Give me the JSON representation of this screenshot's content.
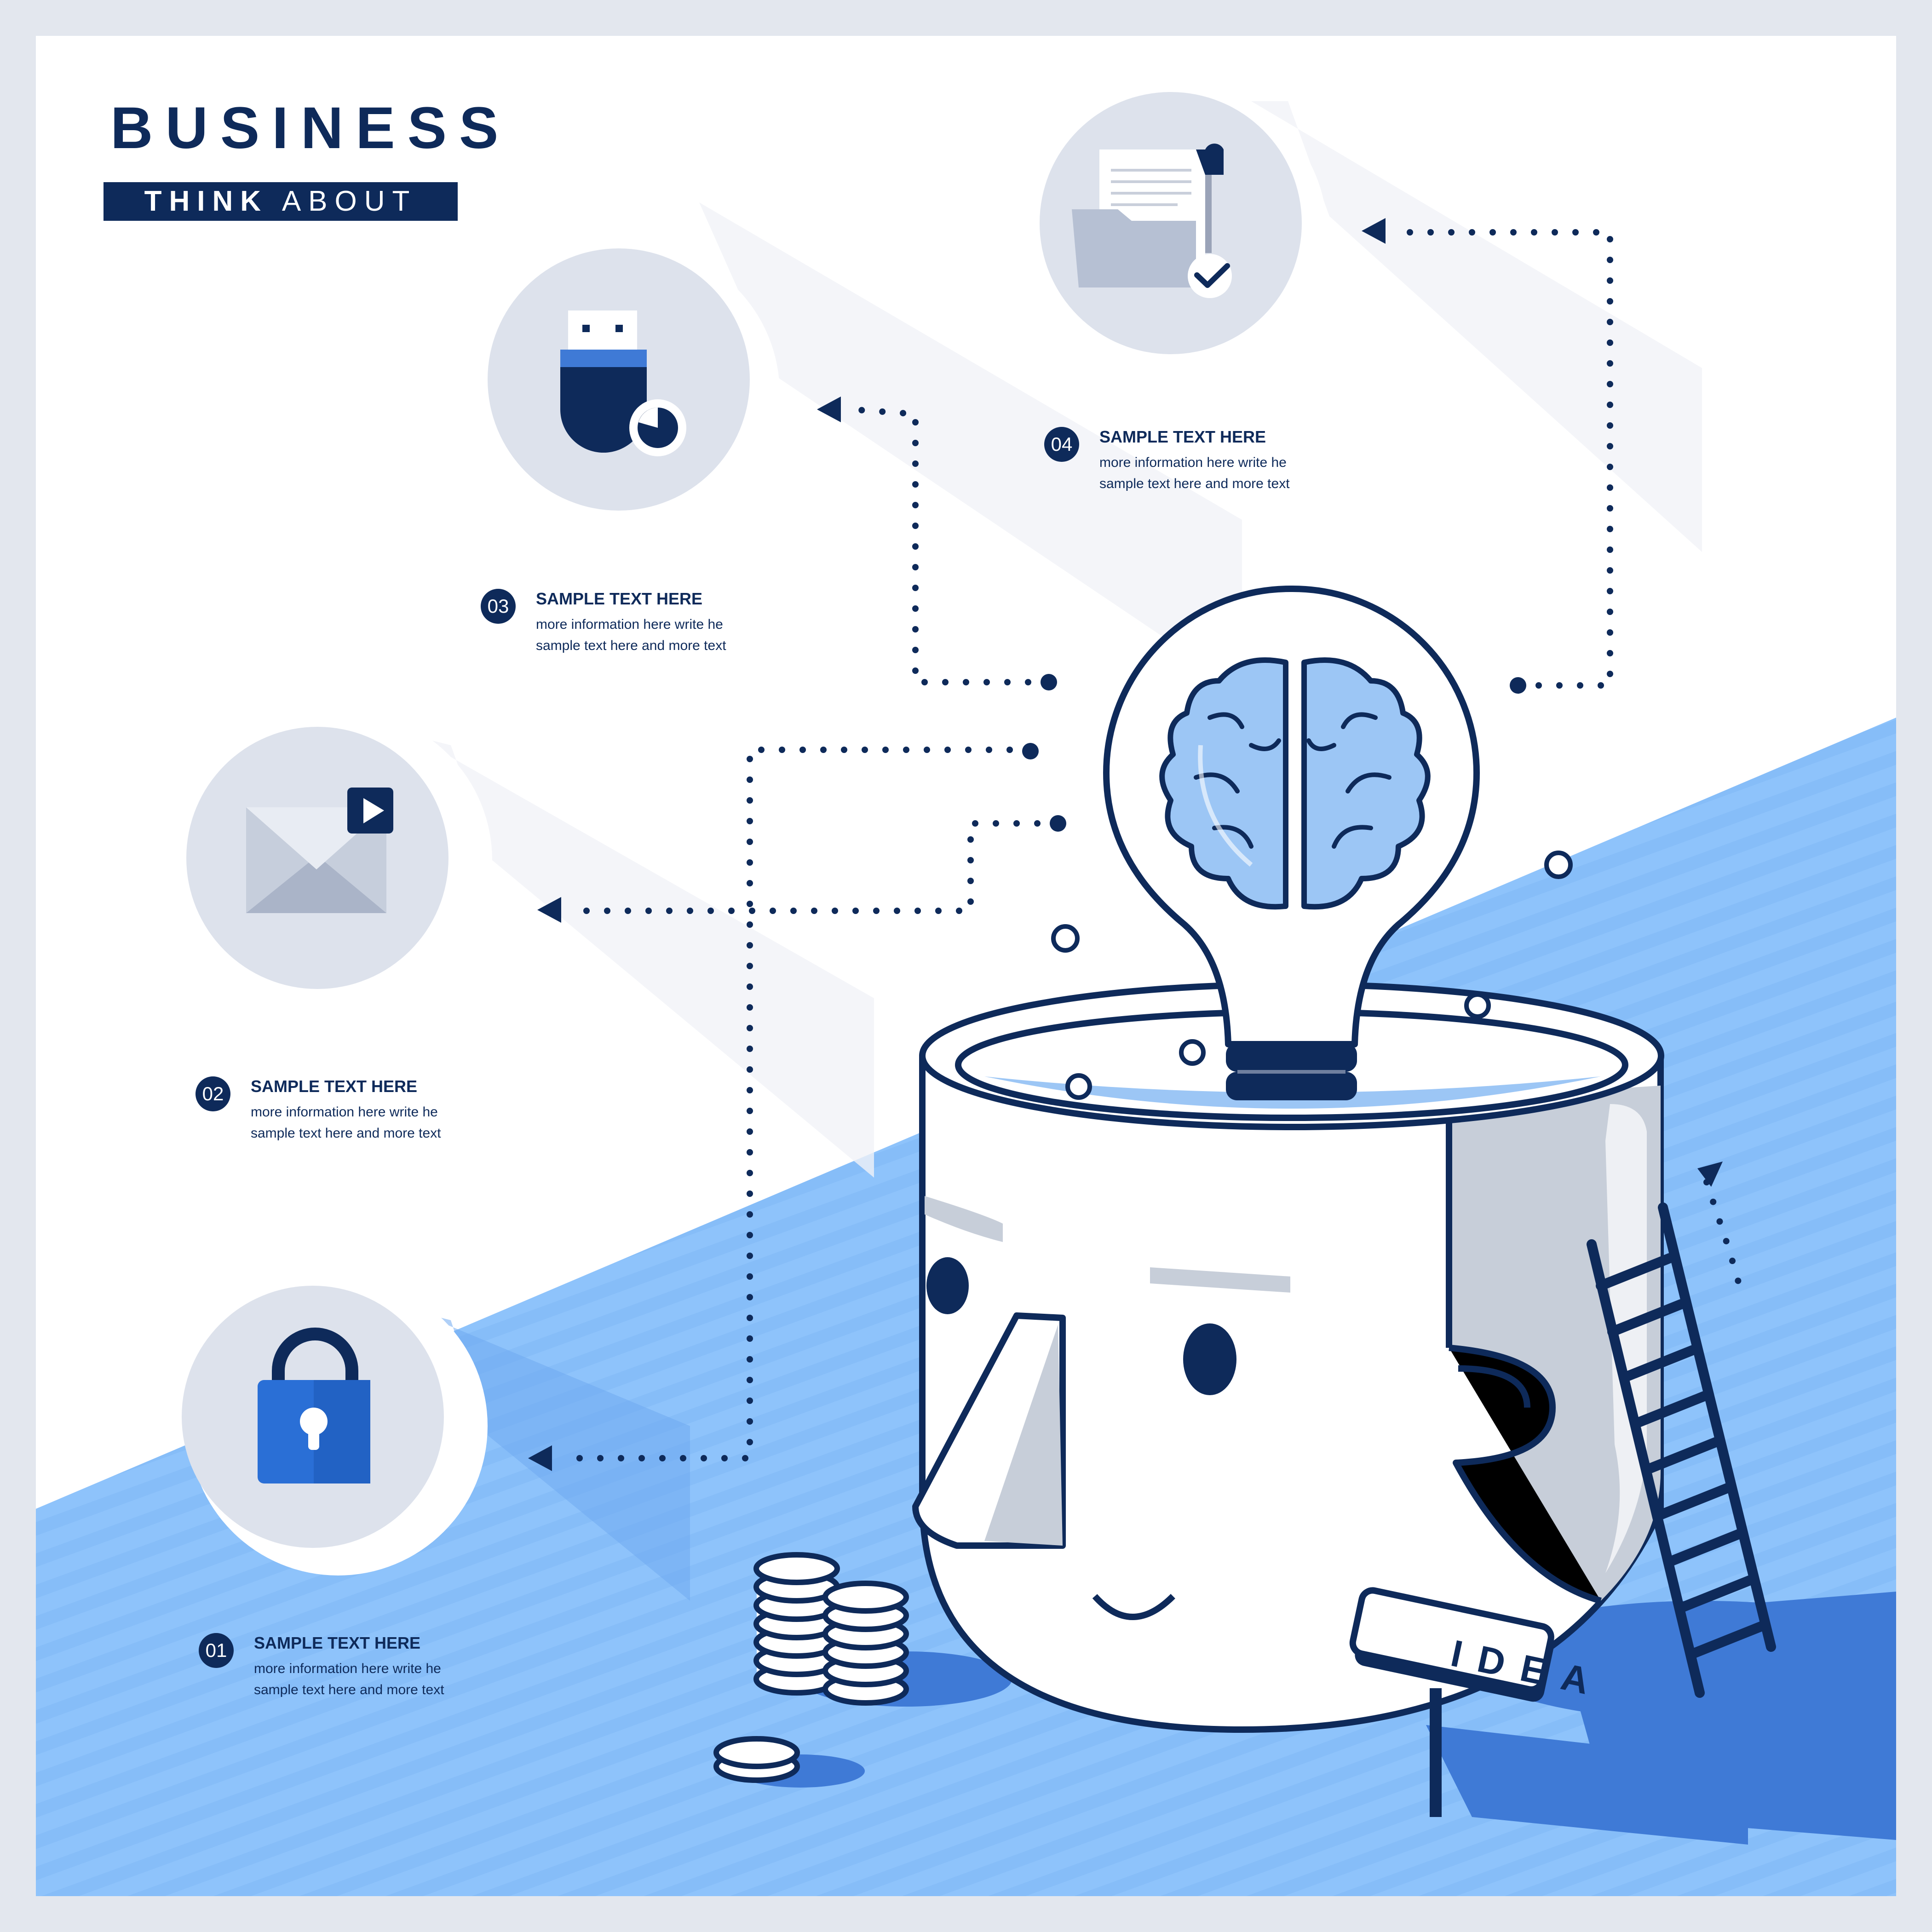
{
  "header": {
    "title": "BUSINESS",
    "subtitle_bold": "THINK",
    "subtitle_light": "ABOUT"
  },
  "steps": [
    {
      "number": "01",
      "title": "SAMPLE TEXT HERE",
      "line1": "more information here write  he",
      "line2": "sample text here and more text",
      "icon": "padlock-icon"
    },
    {
      "number": "02",
      "title": "SAMPLE TEXT HERE",
      "line1": "more information here write  he",
      "line2": "sample text here and more text",
      "icon": "email-video-icon"
    },
    {
      "number": "03",
      "title": "SAMPLE TEXT HERE",
      "line1": "more information here write  he",
      "line2": "sample text here and more text",
      "icon": "usb-drive-icon"
    },
    {
      "number": "04",
      "title": "SAMPLE TEXT HERE",
      "line1": "more information here write  he",
      "line2": "sample text here and more text",
      "icon": "folder-document-icon"
    }
  ],
  "illustration": {
    "sign_label": "IDEA",
    "icons": [
      "head-icon",
      "lightbulb-icon",
      "brain-icon",
      "ladder-icon",
      "coin-stack-icon"
    ]
  },
  "colors": {
    "navy": "#0e2a5a",
    "floor_blue": "#8ec3fb",
    "shadow_blue": "#3f7ad6",
    "icon_circle": "#dde2ec",
    "brain_blue": "#9cc6f5",
    "background": "#ffffff",
    "frame": "#e3e7ee"
  }
}
